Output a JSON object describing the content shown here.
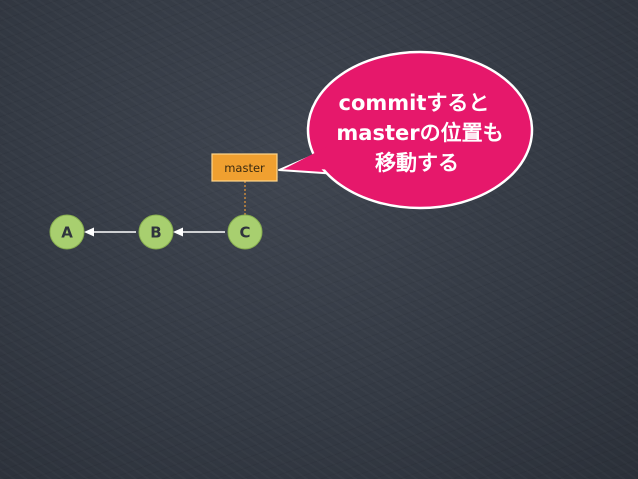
{
  "commits": [
    "A",
    "B",
    "C"
  ],
  "branch": {
    "name": "master",
    "points_to": "C"
  },
  "callout": {
    "lines": [
      "commitすると",
      "masterの位置も",
      "移動する"
    ]
  },
  "colors": {
    "background": "#363c46",
    "commit_fill": "#a8cf6f",
    "commit_stroke": "#86ad4f",
    "branch_fill": "#f0a030",
    "branch_stroke": "#ffd58a",
    "branch_line": "#e89a3a",
    "arrow": "#ffffff",
    "callout_fill": "#e6186b"
  }
}
